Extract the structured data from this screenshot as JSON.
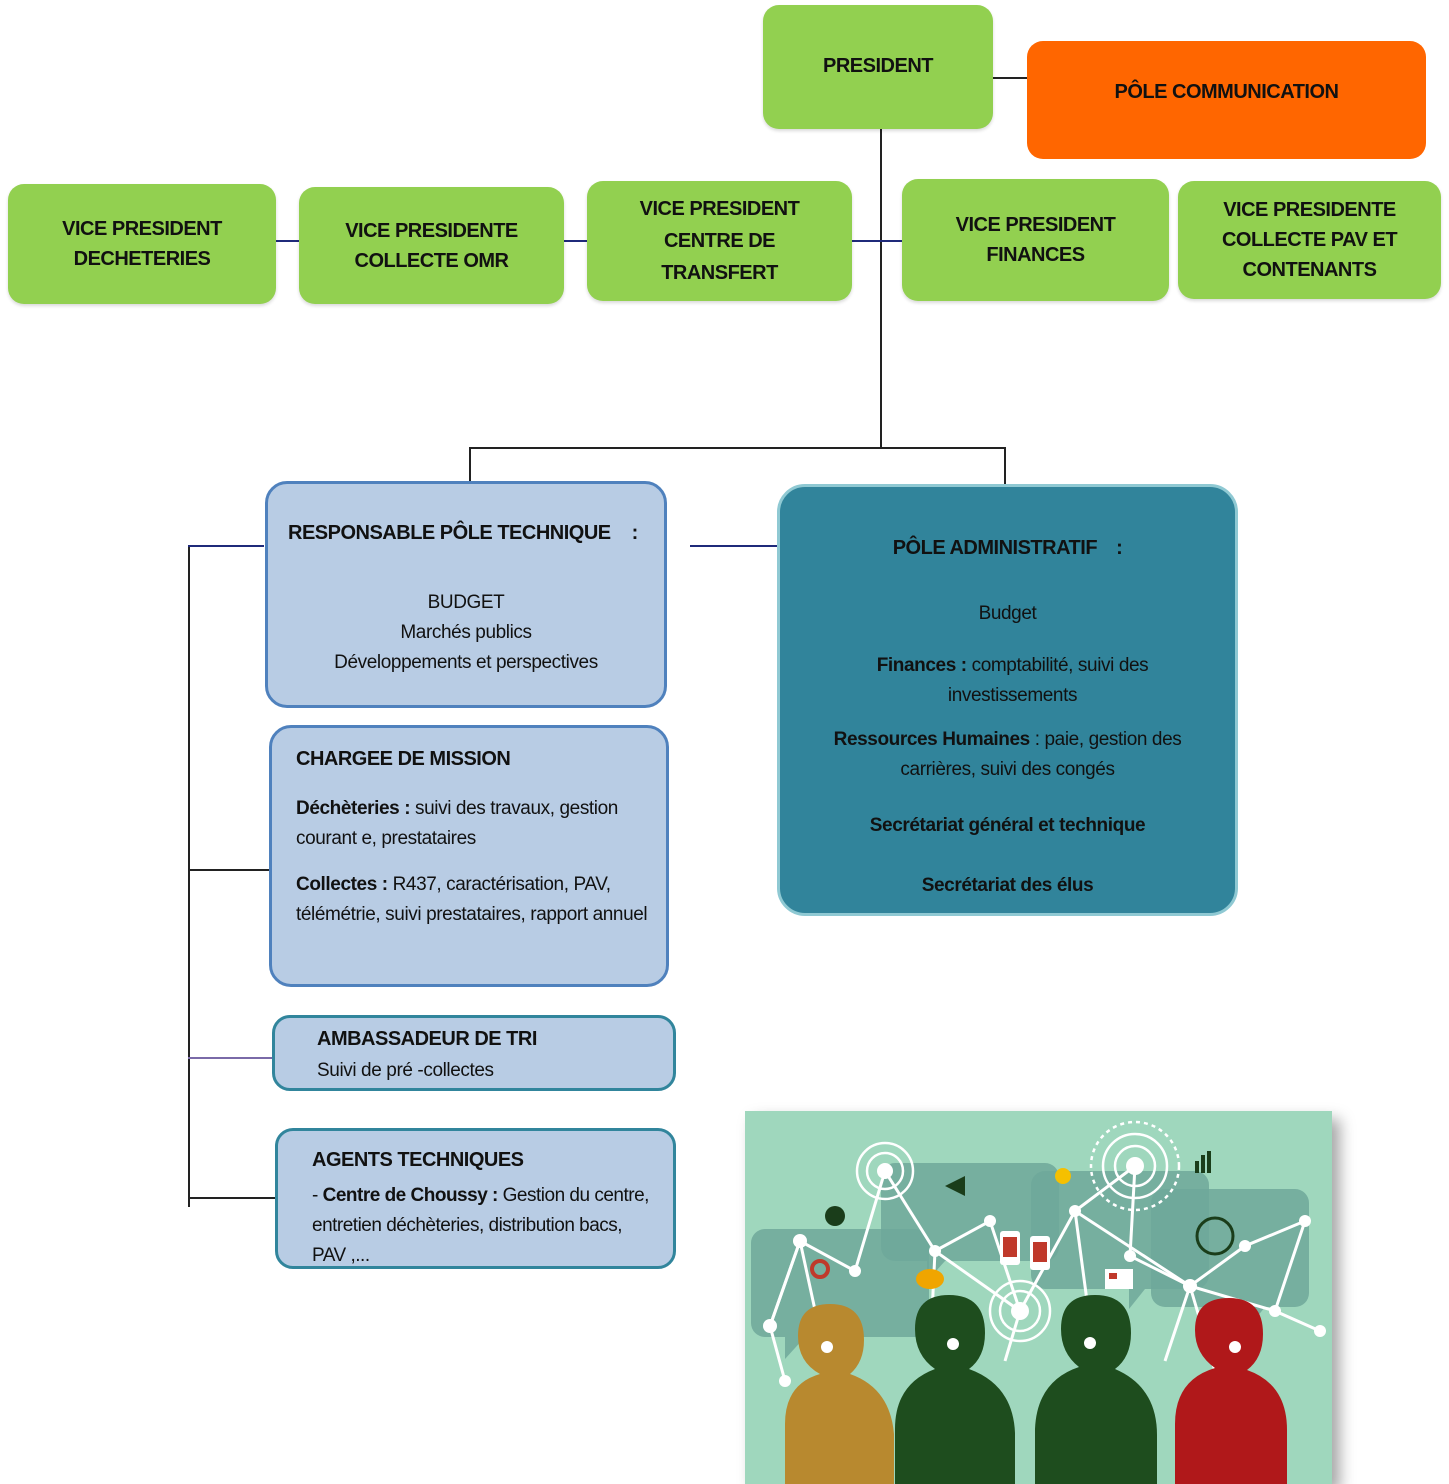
{
  "president": "PRESIDENT",
  "pole_communication": "PÔLE COMMUNICATION",
  "vice_presidents": [
    {
      "line1": "VICE PRESIDENT",
      "line2": "DECHETERIES",
      "line3": ""
    },
    {
      "line1": "VICE PRESIDENTE",
      "line2": "COLLECTE OMR",
      "line3": ""
    },
    {
      "line1": "VICE PRESIDENT",
      "line2": "CENTRE DE",
      "line3": "TRANSFERT"
    },
    {
      "line1": "VICE PRESIDENT",
      "line2": "FINANCES",
      "line3": ""
    },
    {
      "line1": "VICE PRESIDENTE",
      "line2": "COLLECTE PAV ET",
      "line3": "CONTENANTS"
    }
  ],
  "pole_technique": {
    "title": "RESPONSABLE PÔLE TECHNIQUE",
    "colon": ":",
    "items": [
      "BUDGET",
      "Marchés   publics",
      "Développements    et perspectives"
    ]
  },
  "pole_administratif": {
    "title": "PÔLE  ADMINISTRATIF",
    "colon": ":",
    "budget": "Budget",
    "finances_label": "Finances :",
    "finances_text": "comptabilité,  suivi des investissements",
    "rh_label": "Ressources Humaines",
    "rh_text": ": paie, gestion des carrières,  suivi des   congés",
    "secretariat_general": "Secrétariat général et technique",
    "secretariat_elus": "Secrétariat des élus"
  },
  "chargee_mission": {
    "title": "CHARGEE DE MISSION",
    "decheteries_label": "Déchèteries :",
    "decheteries_text": "suivi des travaux, gestion courant e, prestataires",
    "collectes_label": "Collectes :",
    "collectes_text": "R437, caractérisation,    PAV, télémétrie, suivi prestataires, rapport annuel"
  },
  "ambassadeur": {
    "title": "AMBASSADEUR DE TRI",
    "text": "Suivi de pré -collectes"
  },
  "agents": {
    "title": "AGENTS TECHNIQUES",
    "dash": "- ",
    "label": "Centre de  Choussy  :",
    "text": "Gestion  du centre, entretien déchèteries, distribution bacs,  PAV  ,..."
  },
  "colors": {
    "green": "#92d050",
    "orange": "#ff6600",
    "light_blue": "#b8cce4",
    "teal": "#31849b",
    "illustration_bg": "#8ecfb0"
  }
}
